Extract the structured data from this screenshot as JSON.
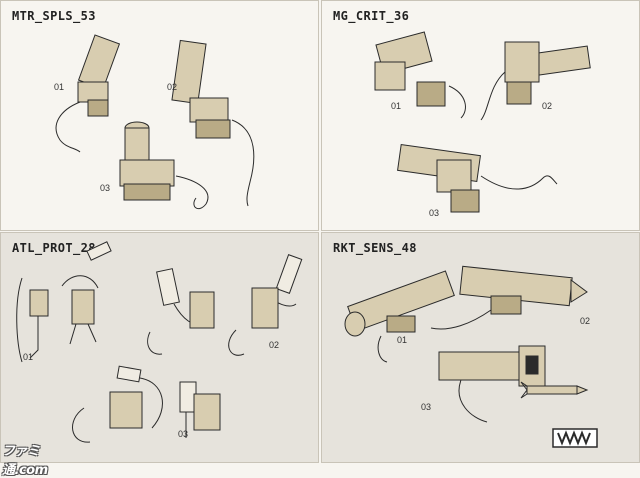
{
  "panels": [
    {
      "title": "MTR_SPLS_53",
      "labels": [
        "01",
        "02",
        "03"
      ]
    },
    {
      "title": "MG_CRIT_36",
      "labels": [
        "01",
        "02",
        "03"
      ]
    },
    {
      "title": "ATL_PROT_28",
      "labels": [
        "01",
        "02",
        "03"
      ]
    },
    {
      "title": "RKT_SENS_48",
      "labels": [
        "01",
        "02",
        "03"
      ]
    }
  ],
  "watermark": "ファミ通.com",
  "colors": {
    "tan": "#d8cdb0",
    "tan_dark": "#b9ab86",
    "ink": "#2b2b2b",
    "bg_light": "#f7f5f0",
    "bg_gray": "#e6e3dc"
  }
}
